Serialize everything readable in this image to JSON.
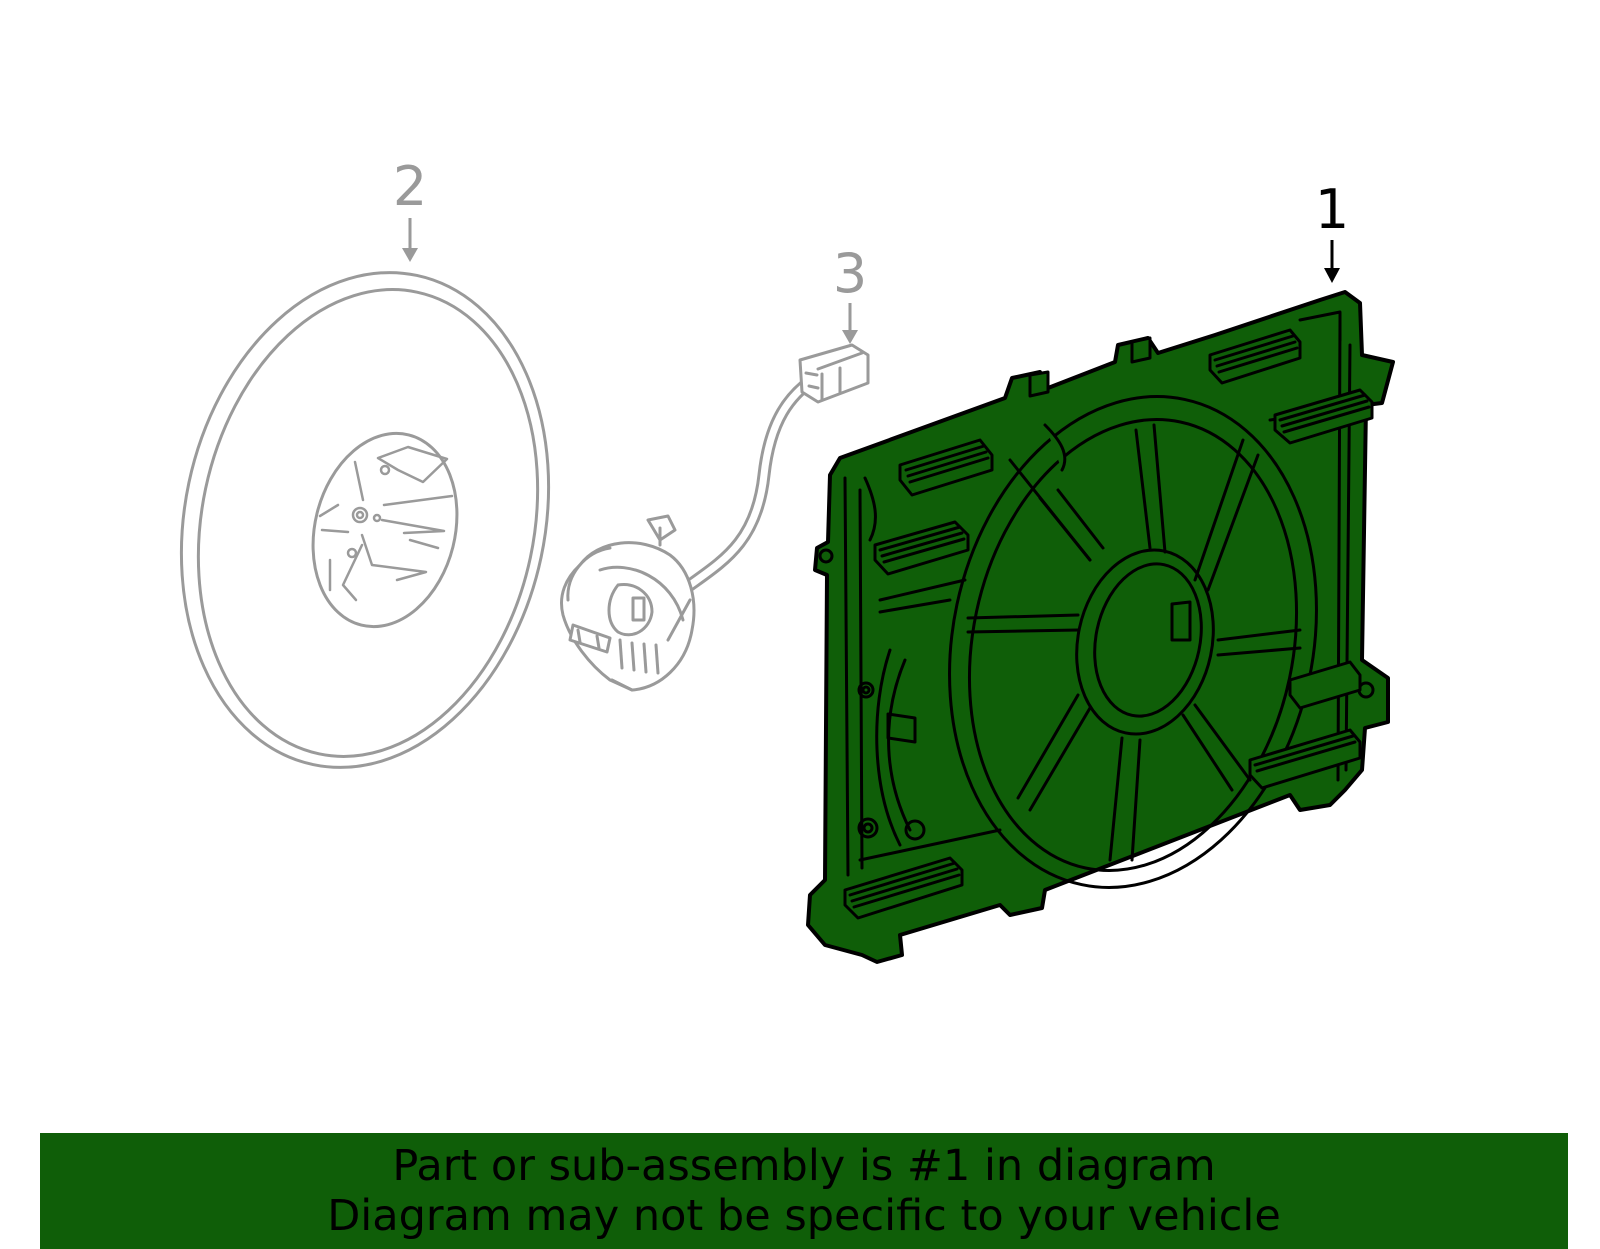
{
  "colors": {
    "highlight": "#0f5e08",
    "ghost": "#9a9a9a",
    "line": "#000000",
    "banner_text": "#000000",
    "background": "#ffffff"
  },
  "callouts": [
    {
      "number": "1",
      "part": "radiator fan shroud assembly",
      "highlighted": true
    },
    {
      "number": "2",
      "part": "fan blade",
      "highlighted": false
    },
    {
      "number": "3",
      "part": "fan motor with connector",
      "highlighted": false
    }
  ],
  "banner": {
    "line1": "Part or sub-assembly is #1 in diagram",
    "line2": "Diagram may not be specific to your vehicle"
  }
}
